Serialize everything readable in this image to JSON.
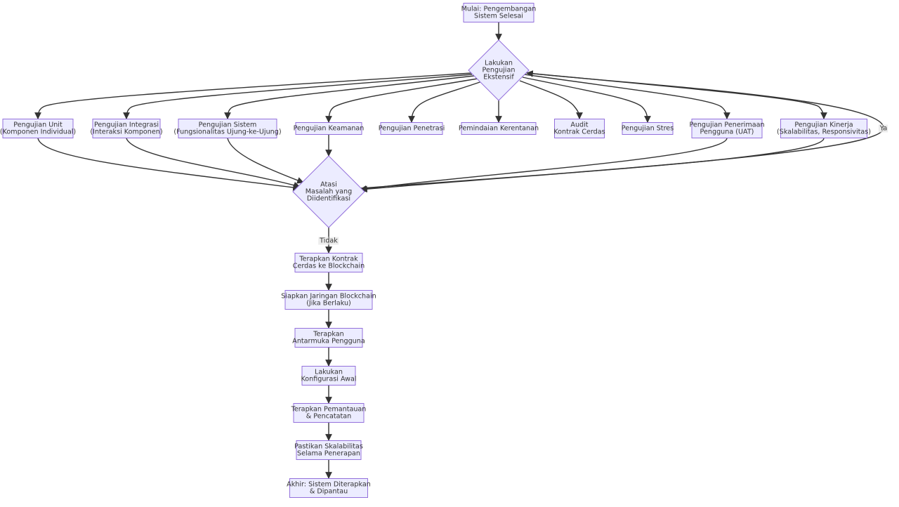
{
  "nodes": {
    "start": {
      "lines": [
        "Mulai: Pengembangan",
        "Sistem Selesai"
      ]
    },
    "extensive_testing": {
      "lines": [
        "Lakukan",
        "Pengujian",
        "Ekstensif"
      ]
    },
    "unit_test": {
      "lines": [
        "Pengujian Unit",
        "(Komponen Individual)"
      ]
    },
    "integration_test": {
      "lines": [
        "Pengujian Integrasi",
        "(Interaksi Komponen)"
      ]
    },
    "system_test": {
      "lines": [
        "Pengujian Sistem",
        "(Fungsionalitas Ujung-ke-Ujung)"
      ]
    },
    "security_test": {
      "lines": [
        "Pengujian Keamanan"
      ]
    },
    "penetration_test": {
      "lines": [
        "Pengujian Penetrasi"
      ]
    },
    "vulnerability_scan": {
      "lines": [
        "Pemindaian Kerentanan"
      ]
    },
    "contract_audit": {
      "lines": [
        "Audit",
        "Kontrak Cerdas"
      ]
    },
    "stress_test": {
      "lines": [
        "Pengujian Stres"
      ]
    },
    "uat": {
      "lines": [
        "Pengujian Penerimaan",
        "Pengguna (UAT)"
      ]
    },
    "performance_test": {
      "lines": [
        "Pengujian Kinerja",
        "(Skalabilitas, Responsivitas)"
      ]
    },
    "fix_issues": {
      "lines": [
        "Atasi",
        "Masalah yang",
        "Diidentifikasi"
      ]
    },
    "deploy_contracts": {
      "lines": [
        "Terapkan Kontrak",
        "Cerdas ke Blockchain"
      ]
    },
    "setup_network": {
      "lines": [
        "Siapkan Jaringan Blockchain",
        "(Jika Berlaku)"
      ]
    },
    "deploy_ui": {
      "lines": [
        "Terapkan",
        "Antarmuka Pengguna"
      ]
    },
    "initial_config": {
      "lines": [
        "Lakukan",
        "Konfigurasi Awal"
      ]
    },
    "monitoring": {
      "lines": [
        "Terapkan Pemantauan",
        "& Pencatatan"
      ]
    },
    "scalability": {
      "lines": [
        "Pastikan Skalabilitas",
        "Selama Penerapan"
      ]
    },
    "end": {
      "lines": [
        "Akhir: Sistem Diterapkan",
        "& Dipantau"
      ]
    }
  },
  "edge_labels": {
    "yes": "Ya",
    "no": "Tidak"
  }
}
